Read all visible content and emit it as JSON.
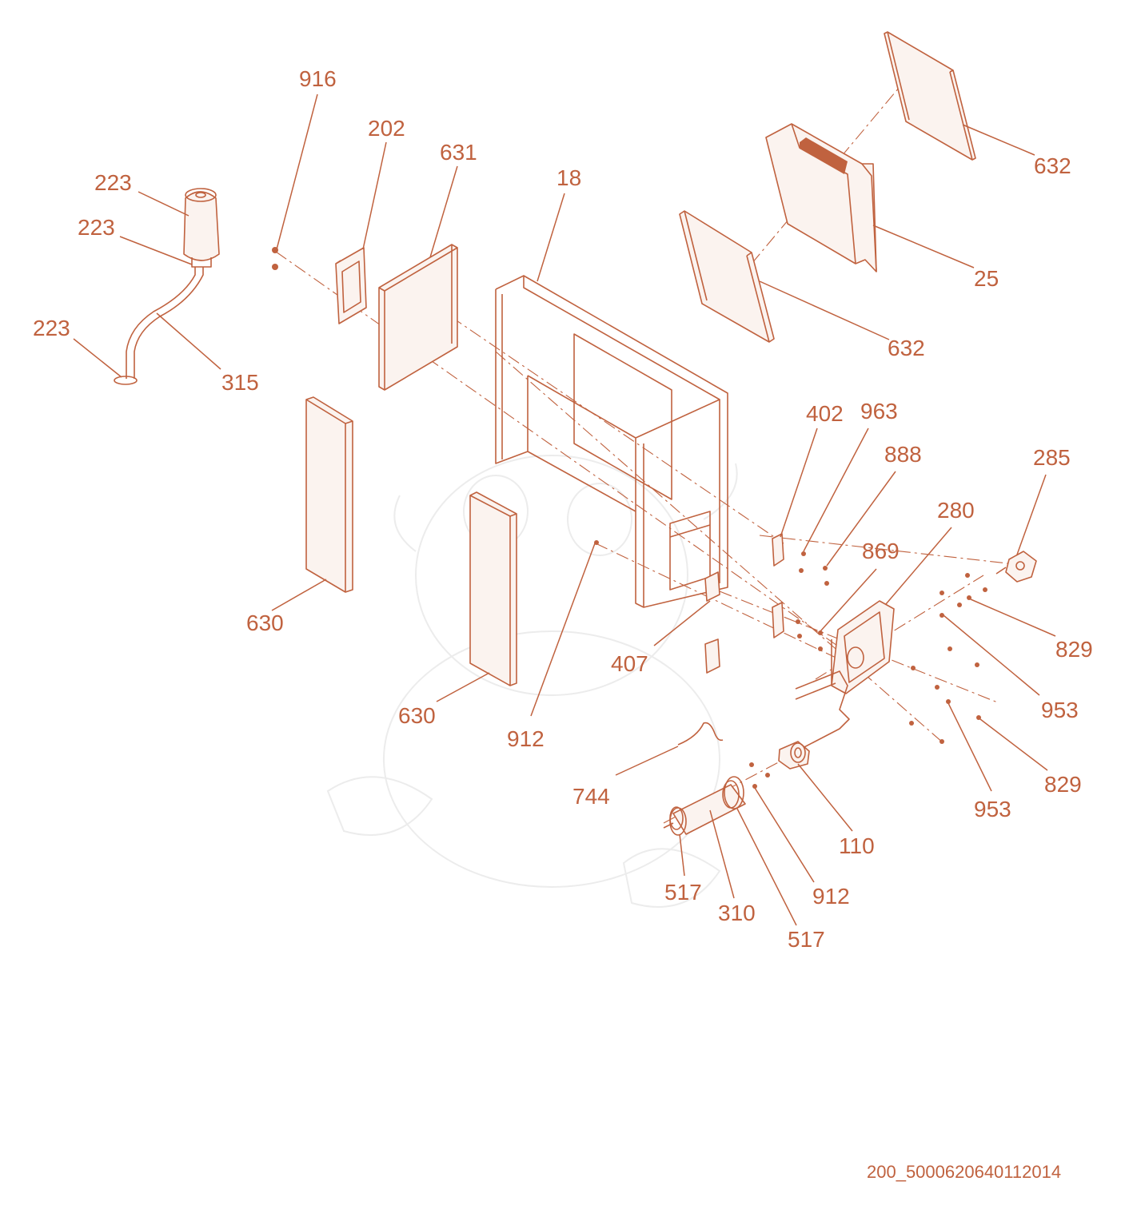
{
  "colors": {
    "line": "#c0623f",
    "watermark": "#ececec",
    "background": "#ffffff"
  },
  "drawing_id": "200_5000620640112014",
  "watermark": "cartoon-dragon-watermark",
  "callouts": {
    "c916": "916",
    "c202": "202",
    "c631": "631",
    "c18": "18",
    "c223a": "223",
    "c223b": "223",
    "c223c": "223",
    "c315": "315",
    "c632a": "632",
    "c25": "25",
    "c632b": "632",
    "c402": "402",
    "c963": "963",
    "c888": "888",
    "c285": "285",
    "c280": "280",
    "c869": "869",
    "c829a": "829",
    "c953a": "953",
    "c630a": "630",
    "c407": "407",
    "c630b": "630",
    "c912a": "912",
    "c744": "744",
    "c953b": "953",
    "c829b": "829",
    "c110": "110",
    "c517a": "517",
    "c310": "310",
    "c912b": "912",
    "c517b": "517"
  }
}
